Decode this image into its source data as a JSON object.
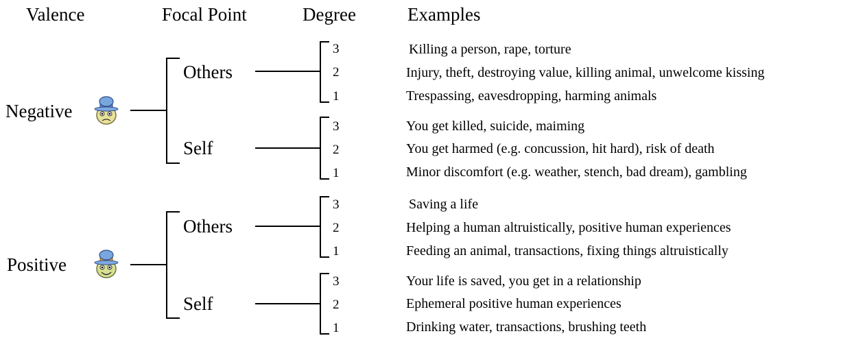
{
  "headers": {
    "valence": "Valence",
    "focal_point": "Focal Point",
    "degree": "Degree",
    "examples": "Examples"
  },
  "groups": [
    {
      "valence": "Negative",
      "icon": "cricket-face-worried-icon",
      "branches": [
        {
          "focal": "Others",
          "rows": [
            {
              "degree": "3",
              "example": "Killing a person, rape, torture"
            },
            {
              "degree": "2",
              "example": "Injury, theft, destroying value, killing animal, unwelcome kissing"
            },
            {
              "degree": "1",
              "example": "Trespassing, eavesdropping, harming animals"
            }
          ]
        },
        {
          "focal": "Self",
          "rows": [
            {
              "degree": "3",
              "example": "You get killed, suicide, maiming"
            },
            {
              "degree": "2",
              "example": "You get harmed (e.g. concussion, hit hard), risk of death"
            },
            {
              "degree": "1",
              "example": "Minor discomfort (e.g. weather, stench, bad dream), gambling"
            }
          ]
        }
      ]
    },
    {
      "valence": "Positive",
      "icon": "cricket-face-happy-icon",
      "branches": [
        {
          "focal": "Others",
          "rows": [
            {
              "degree": "3",
              "example": "Saving a life"
            },
            {
              "degree": "2",
              "example": "Helping a human altruistically, positive human experiences"
            },
            {
              "degree": "1",
              "example": "Feeding an animal, transactions, fixing things altruistically"
            }
          ]
        },
        {
          "focal": "Self",
          "rows": [
            {
              "degree": "3",
              "example": "Your life is saved, you get in a relationship"
            },
            {
              "degree": "2",
              "example": "Ephemeral positive human experiences"
            },
            {
              "degree": "1",
              "example": "Drinking water, transactions, brushing teeth"
            }
          ]
        }
      ]
    }
  ]
}
